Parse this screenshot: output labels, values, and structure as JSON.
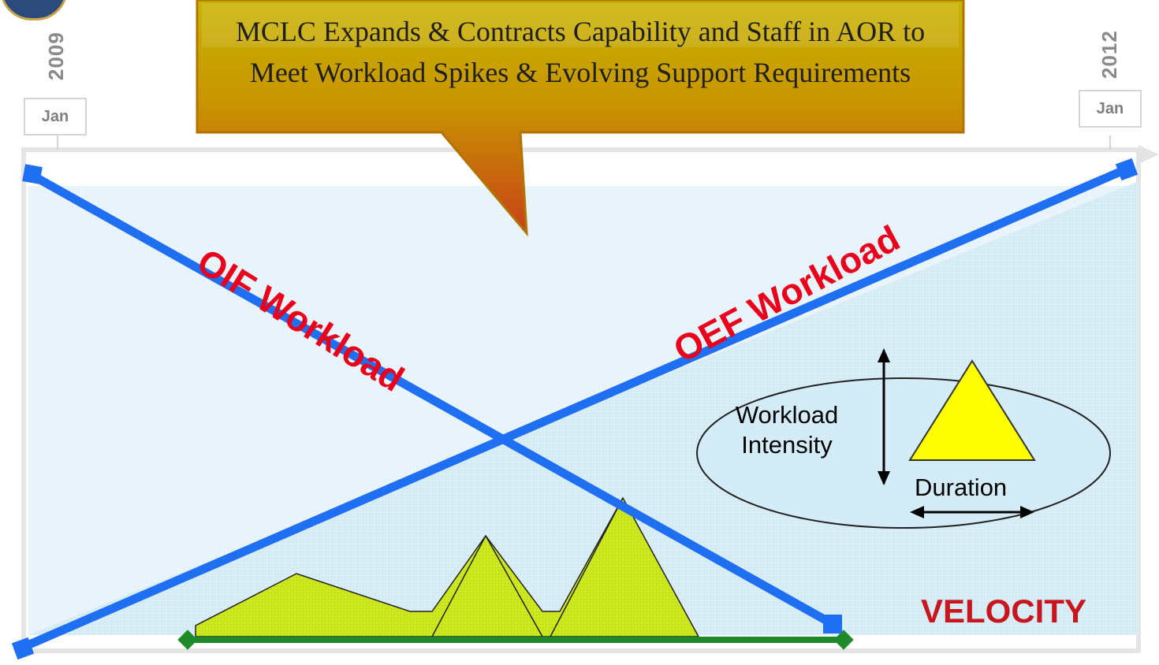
{
  "timeline": {
    "start": {
      "year": "2009",
      "month": "Jan"
    },
    "end": {
      "year": "2012",
      "month": "Jan"
    }
  },
  "callout": {
    "text": "MCLC Expands & Contracts Capability and Staff in AOR to Meet Workload Spikes & Evolving Support Requirements"
  },
  "lines": {
    "oif_label": "OIF Workload",
    "oef_label": "OEF Workload"
  },
  "legend": {
    "intensity_label": "Workload Intensity",
    "duration_label": "Duration"
  },
  "velocity_label": "VELOCITY",
  "colors": {
    "line_blue": "#1f6ff2",
    "label_red": "#e8001c",
    "spike_yellow_green": "#cde81f",
    "baseline_green": "#1f8a2a",
    "callout_gold": "#c8a200",
    "callout_rust": "#c8461a",
    "background_blue": "#cfe8f4",
    "legend_ellipse": "#d4ecf7",
    "legend_triangle": "#ffff00"
  }
}
